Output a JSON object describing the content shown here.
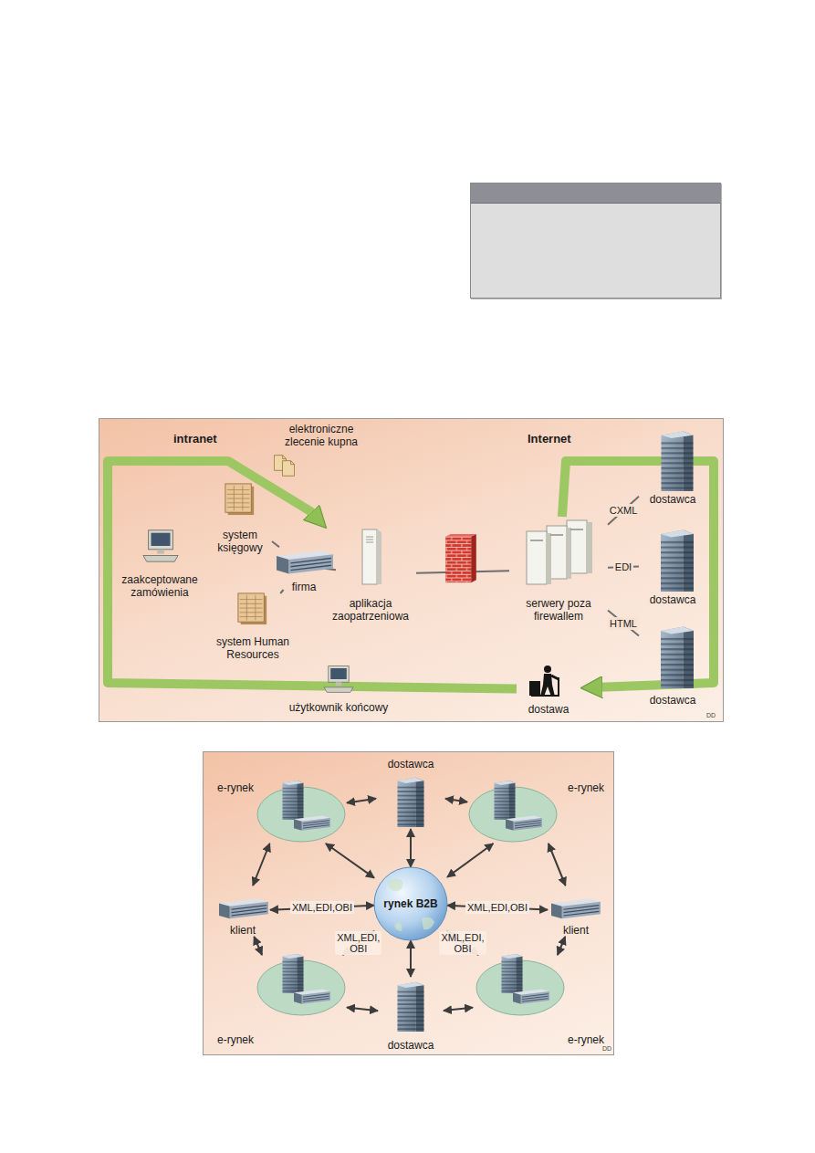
{
  "diagram": {
    "nodes": [
      {
        "text": [
          "system księgowy"
        ]
      },
      {
        "text": [
          "system Human Resources"
        ]
      },
      {
        "text": [
          "firma"
        ]
      },
      {
        "text": [
          "aplikacja zaopatrzeniowa"
        ]
      },
      {
        "text": [
          "serwery poza firewallem"
        ]
      },
      {
        "text": [
          "dostawca"
        ]
      },
      {
        "text": [
          "dostawca"
        ]
      },
      {
        "text": [
          "dostawca"
        ]
      },
      {
        "text": [
          "dostawa"
        ]
      },
      {
        "text": [
          "użytkownik końcowy"
        ]
      },
      {
        "text": [
          "zaakceptowane zamówienia"
        ]
      },
      {
        "text": [
          "dostawca"
        ]
      },
      {
        "text": [
          "e-rynek"
        ]
      },
      {
        "text": [
          "e-rynek"
        ]
      },
      {
        "text": [
          "klient"
        ]
      },
      {
        "text": [
          "rynek B2B"
        ]
      },
      {
        "text": [
          "klient"
        ]
      },
      {
        "text": [
          "e-rynek"
        ]
      },
      {
        "text": [
          "e-rynek"
        ]
      },
      {
        "text": [
          "dostawca"
        ]
      }
    ],
    "edges": [
      {
        "from": 0,
        "to": 2,
        "arrow": "none"
      },
      {
        "from": 1,
        "to": 2,
        "arrow": "none"
      },
      {
        "from": 2,
        "to": 3,
        "arrow": "none"
      },
      {
        "from": 3,
        "to": 4,
        "arrow": "none"
      },
      {
        "from": 4,
        "to": 5,
        "arrow": "none",
        "label": "CXML"
      },
      {
        "from": 4,
        "to": 6,
        "arrow": "none",
        "label": "EDI"
      },
      {
        "from": 4,
        "to": 7,
        "arrow": "none",
        "label": "HTML"
      },
      {
        "from": 4,
        "to": 8,
        "arrow": "to"
      },
      {
        "from": 8,
        "to": 3,
        "arrow": "to"
      },
      {
        "from": 11,
        "to": 12,
        "arrow": "both"
      },
      {
        "from": 11,
        "to": 13,
        "arrow": "both"
      },
      {
        "from": 11,
        "to": 15,
        "arrow": "both"
      },
      {
        "from": 14,
        "to": 12,
        "arrow": "both"
      },
      {
        "from": 14,
        "to": 15,
        "arrow": "both",
        "label": "XML,EDI,OBI"
      },
      {
        "from": 14,
        "to": 17,
        "arrow": "both"
      },
      {
        "from": 16,
        "to": 13,
        "arrow": "both"
      },
      {
        "from": 16,
        "to": 15,
        "arrow": "both",
        "label": "XML,EDI,OBI"
      },
      {
        "from": 16,
        "to": 18,
        "arrow": "both"
      },
      {
        "from": 12,
        "to": 15,
        "arrow": "both"
      },
      {
        "from": 13,
        "to": 15,
        "arrow": "both"
      },
      {
        "from": 17,
        "to": 15,
        "arrow": "both",
        "label": "XML,EDI, OBI"
      },
      {
        "from": 18,
        "to": 15,
        "arrow": "both",
        "label": "XML,EDI, OBI"
      },
      {
        "from": 19,
        "to": 17,
        "arrow": "both"
      },
      {
        "from": 19,
        "to": 18,
        "arrow": "both"
      },
      {
        "from": 19,
        "to": 15,
        "arrow": "both"
      }
    ],
    "labels": [
      "intranet",
      "Internet",
      "elektroniczne zlecenie kupna",
      "DD",
      "DD"
    ]
  }
}
